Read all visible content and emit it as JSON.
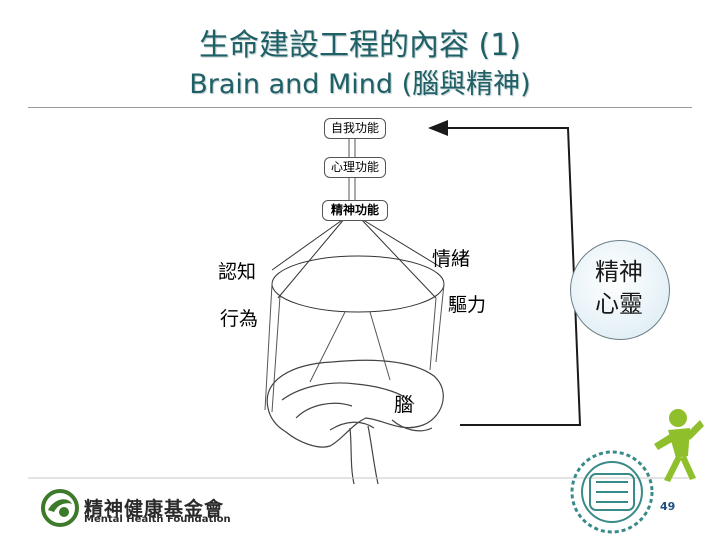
{
  "title": {
    "line1": "生命建設工程的內容 (1)",
    "line2": "Brain and Mind (腦與精神)"
  },
  "diagram": {
    "node_self": "自我功能",
    "node_psych": "心理功能",
    "node_mental": "精神功能",
    "label_cognition": "認知",
    "label_emotion": "情緒",
    "label_behavior": "行為",
    "label_drive": "驅力",
    "label_brain": "腦",
    "spirit_line1": "精神",
    "spirit_line2": "心靈"
  },
  "footer": {
    "org_cn": "精神健康基金會",
    "org_en": "Mental Health Foundation",
    "page_number": "49"
  },
  "colors": {
    "title": "#1f5f66",
    "arrow": "#1a1a1a",
    "page_number": "#1e4f80",
    "logo_green": "#3d7a2a",
    "figure_green": "#8fbf2a"
  }
}
